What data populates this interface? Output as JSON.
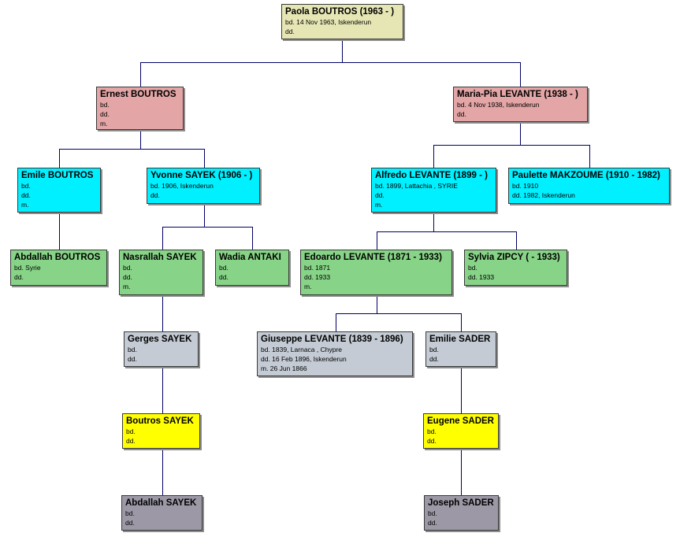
{
  "colors": {
    "generation_0": "#e6e6b5",
    "generation_1": "#e3a5a5",
    "generation_2": "#00f0ff",
    "generation_3": "#87d387",
    "generation_4": "#c4cbd4",
    "generation_5": "#ffff00",
    "generation_6": "#9c98a5",
    "line": "#000066"
  },
  "people": {
    "paola": {
      "name": "Paola BOUTROS (1963 - )",
      "lines": [
        "bd. 14 Nov 1963, Iskenderun",
        "dd."
      ]
    },
    "ernest": {
      "name": "Ernest BOUTROS",
      "lines": [
        "bd.",
        "dd.",
        "m."
      ]
    },
    "maria_pia": {
      "name": "Maria-Pia LEVANTE (1938 - )",
      "lines": [
        "bd. 4 Nov 1938, Iskenderun",
        "dd."
      ]
    },
    "emile": {
      "name": "Emile BOUTROS",
      "lines": [
        "bd.",
        "dd.",
        "m."
      ]
    },
    "yvonne": {
      "name": "Yvonne SAYEK (1906 - )",
      "lines": [
        "bd. 1906, Iskenderun",
        "dd."
      ]
    },
    "alfredo": {
      "name": "Alfredo LEVANTE (1899 - )",
      "lines": [
        "bd. 1899, Lattachia , SYRIE",
        "dd.",
        "m."
      ]
    },
    "paulette": {
      "name": "Paulette MAKZOUME (1910 - 1982)",
      "lines": [
        "bd. 1910",
        "dd. 1982, Iskenderun"
      ]
    },
    "abdallah_boutros": {
      "name": "Abdallah BOUTROS",
      "lines": [
        "bd. Syrie",
        "dd."
      ]
    },
    "nasrallah": {
      "name": "Nasrallah SAYEK",
      "lines": [
        "bd.",
        "dd.",
        "m."
      ]
    },
    "wadia": {
      "name": "Wadia ANTAKI",
      "lines": [
        "bd.",
        "dd."
      ]
    },
    "edoardo": {
      "name": "Edoardo LEVANTE (1871 - 1933)",
      "lines": [
        "bd. 1871",
        "dd. 1933",
        "m."
      ]
    },
    "sylvia": {
      "name": "Sylvia ZIPCY ( - 1933)",
      "lines": [
        "bd.",
        "dd. 1933"
      ]
    },
    "gerges": {
      "name": "Gerges SAYEK",
      "lines": [
        "bd.",
        "dd."
      ]
    },
    "giuseppe": {
      "name": "Giuseppe LEVANTE (1839 - 1896)",
      "lines": [
        "bd. 1839, Larnaca , Chypre",
        "dd. 16 Feb 1896, Iskenderun",
        "m. 26 Jun 1866"
      ]
    },
    "emilie": {
      "name": "Emilie SADER",
      "lines": [
        "bd.",
        "dd."
      ]
    },
    "boutros_sayek": {
      "name": "Boutros SAYEK",
      "lines": [
        "bd.",
        "dd."
      ]
    },
    "eugene": {
      "name": "Eugene SADER",
      "lines": [
        "bd.",
        "dd."
      ]
    },
    "abdallah_sayek": {
      "name": "Abdallah SAYEK",
      "lines": [
        "bd.",
        "dd."
      ]
    },
    "joseph": {
      "name": "Joseph SADER",
      "lines": [
        "bd.",
        "dd."
      ]
    }
  }
}
